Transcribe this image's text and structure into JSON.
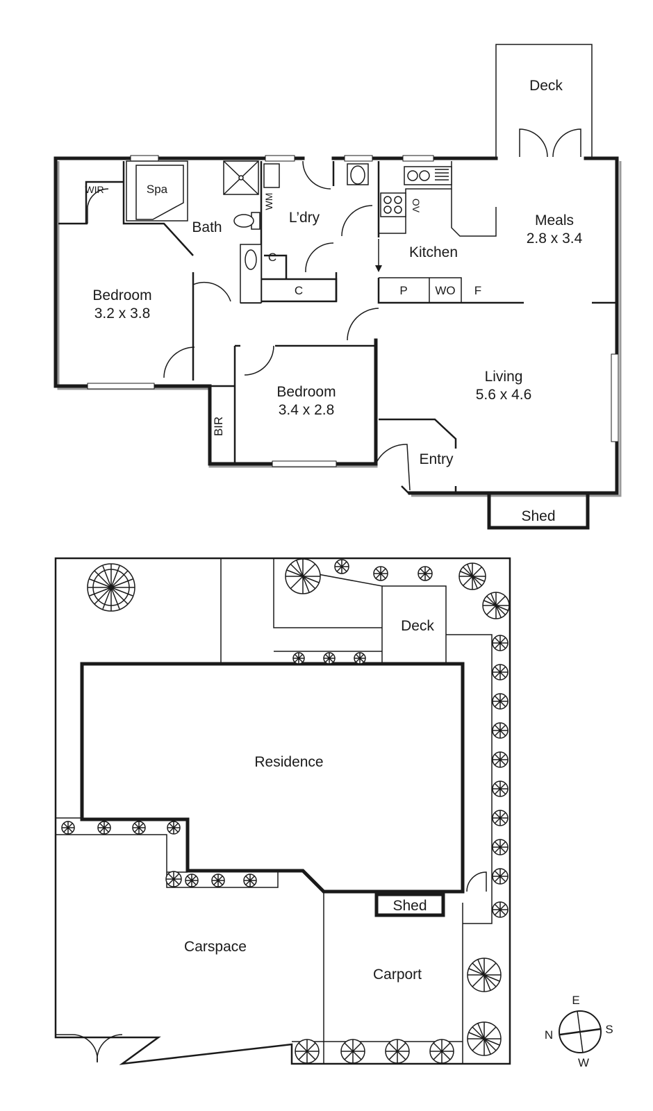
{
  "floor_plan": {
    "rooms": {
      "deck": "Deck",
      "spa": "Spa",
      "wir": "WIR",
      "bath": "Bath",
      "wm": "WM",
      "laundry": "L’dry",
      "cupboard_small": "C",
      "cupboard_long": "C",
      "kitchen": "Kitchen",
      "ov": "OV",
      "meals_name": "Meals",
      "meals_size": "2.8 x 3.4",
      "pantry": "P",
      "wall_oven": "WO",
      "fridge": "F",
      "bedroom1_name": "Bedroom",
      "bedroom1_size": "3.2 x 3.8",
      "bedroom2_name": "Bedroom",
      "bedroom2_size": "3.4 x 2.8",
      "bir": "BIR",
      "living_name": "Living",
      "living_size": "5.6 x 4.6",
      "entry": "Entry",
      "shed": "Shed"
    }
  },
  "site_plan": {
    "labels": {
      "deck": "Deck",
      "residence": "Residence",
      "shed": "Shed",
      "carspace": "Carspace",
      "carport": "Carport"
    }
  },
  "compass": {
    "e": "E",
    "s": "S",
    "w": "W",
    "n": "N"
  }
}
